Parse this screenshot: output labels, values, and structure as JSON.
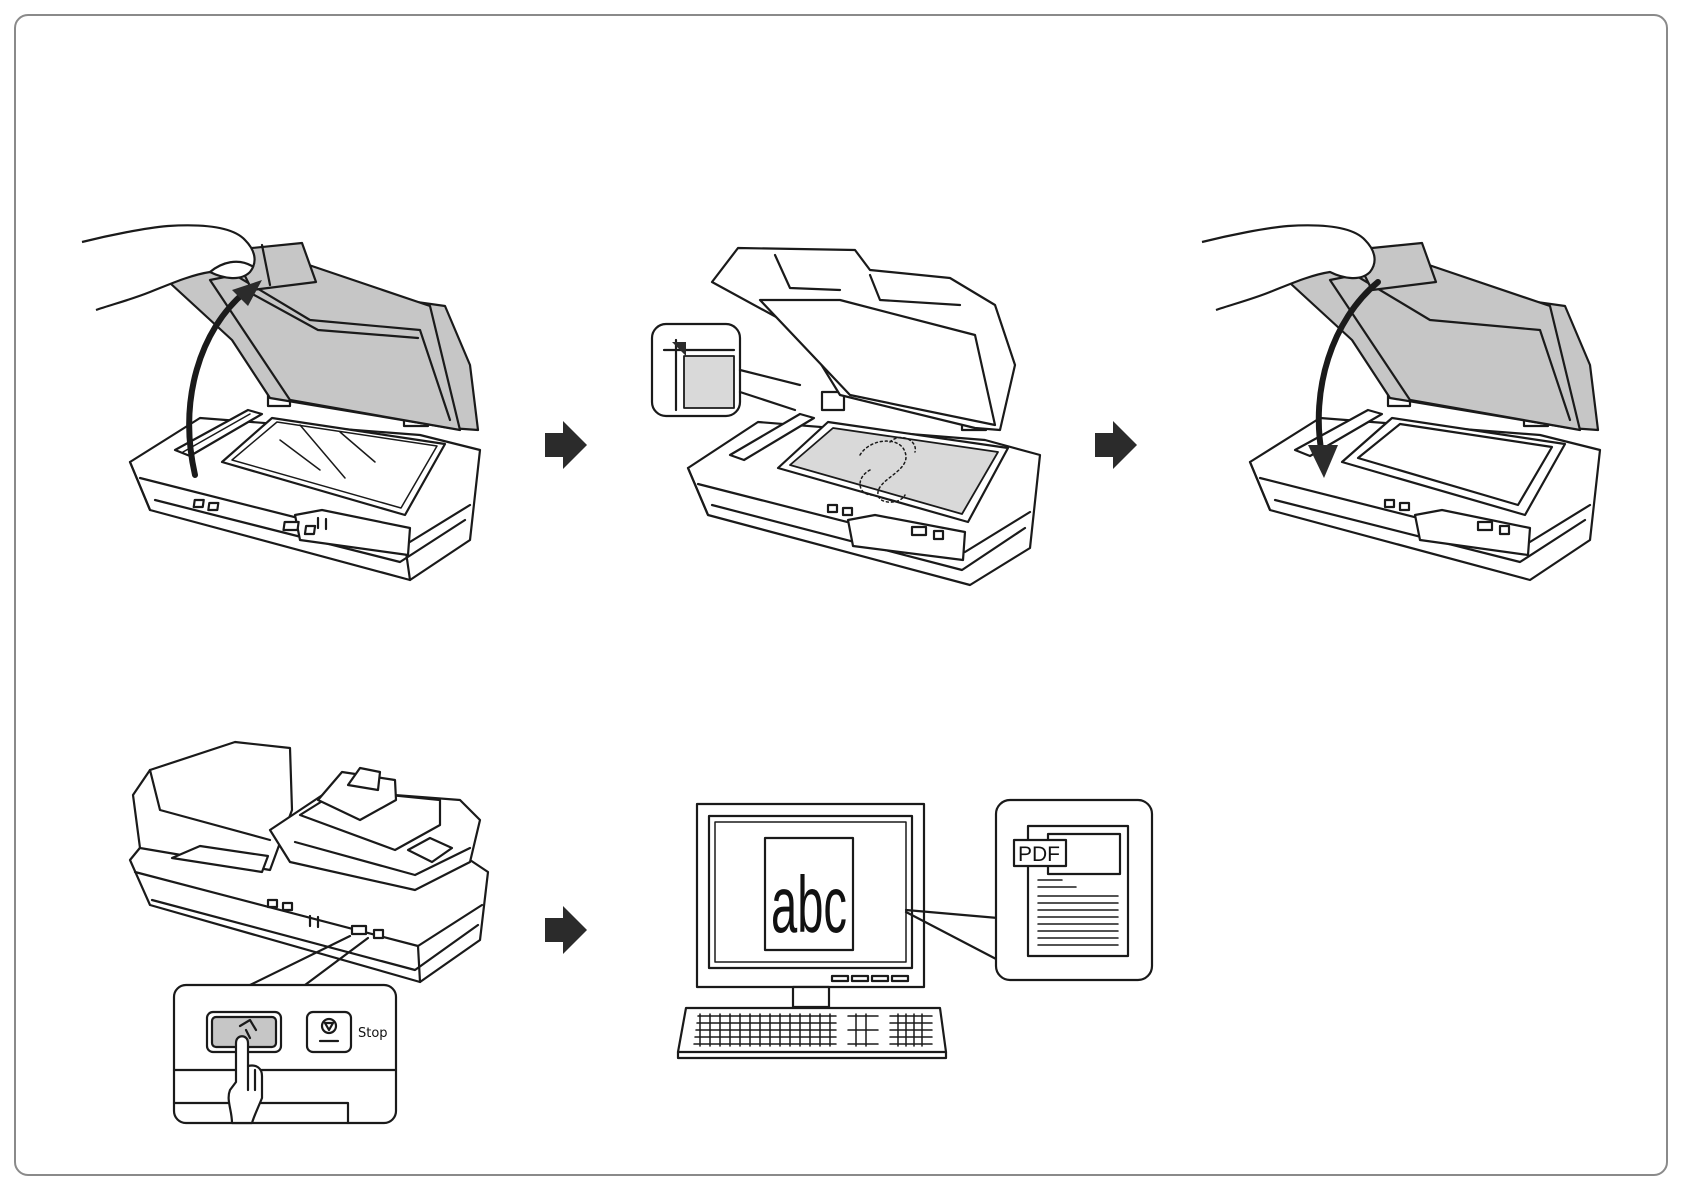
{
  "labels": {
    "screen_text": "abc",
    "file_badge": "PDF",
    "stop_button": "Stop"
  },
  "icons": {
    "arrow": "right-arrow-icon",
    "start": "start-scan-icon",
    "stop": "stop-icon"
  },
  "colors": {
    "outline": "#1a1a1a",
    "shade": "#c6c6c6",
    "frame": "#8a8a8a"
  }
}
